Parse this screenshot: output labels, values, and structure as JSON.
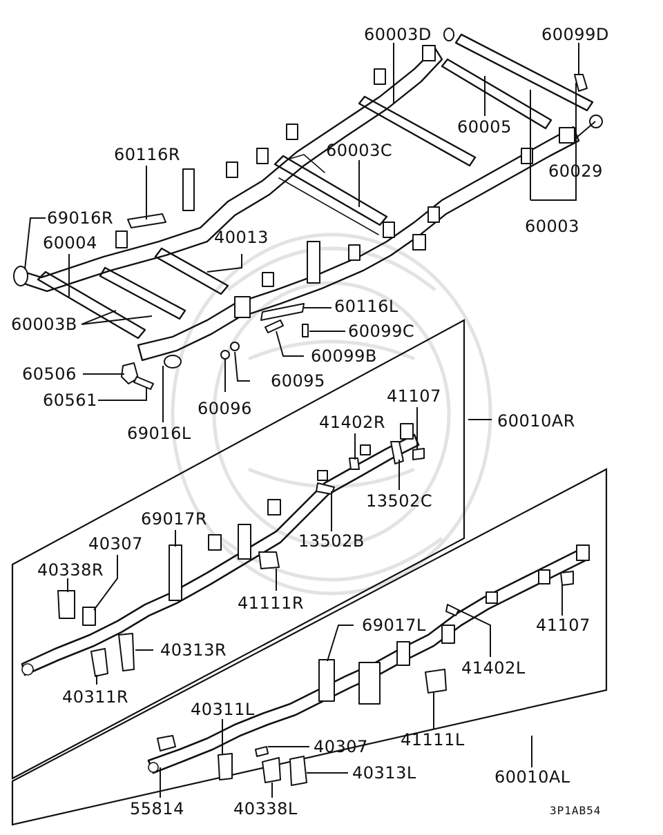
{
  "diagram": {
    "code": "3P1AB54",
    "labels": {
      "p60003D": "60003D",
      "p60099D": "60099D",
      "p60005": "60005",
      "p60029": "60029",
      "p60003": "60003",
      "p60116R": "60116R",
      "p60003C": "60003C",
      "p69016R": "69016R",
      "p60004": "60004",
      "p40013": "40013",
      "p60003B": "60003B",
      "p60116L": "60116L",
      "p60099C": "60099C",
      "p60099B": "60099B",
      "p60506": "60506",
      "p60095": "60095",
      "p60561": "60561",
      "p60096": "60096",
      "p69016L": "69016L",
      "p41107a": "41107",
      "p41402R": "41402R",
      "p60010AR": "60010AR",
      "p13502C": "13502C",
      "p69017R": "69017R",
      "p13502B": "13502B",
      "p40307a": "40307",
      "p40338R": "40338R",
      "p41111R": "41111R",
      "p69017L": "69017L",
      "p41107b": "41107",
      "p40313R": "40313R",
      "p41402L": "41402L",
      "p40311R": "40311R",
      "p40311L": "40311L",
      "p41111L": "41111L",
      "p40307b": "40307",
      "p40313L": "40313L",
      "p60010AL": "60010AL",
      "p55814": "55814",
      "p40338L": "40338L"
    }
  }
}
